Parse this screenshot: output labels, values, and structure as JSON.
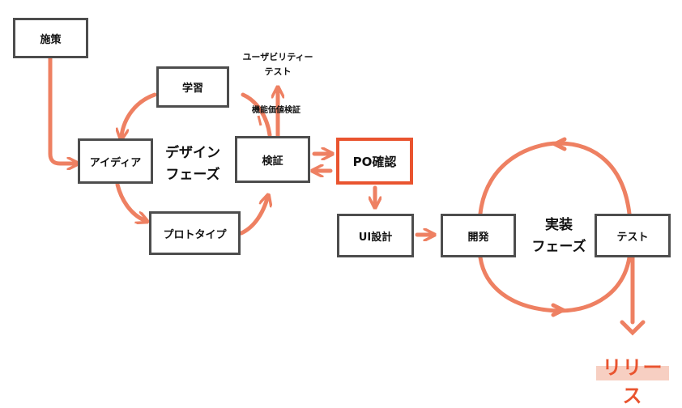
{
  "colors": {
    "accent": "#e9542f",
    "arrow": "#ee8062",
    "box_border": "#4d4d4d",
    "release_band": "#f7cfc2"
  },
  "nodes": {
    "shisaku": "施策",
    "gakushu": "学習",
    "idea": "アイディア",
    "kensho": "検証",
    "prototype": "プロトタイプ",
    "po_kakunin": "PO確認",
    "ui_sekkei": "UI設計",
    "kaihatsu": "開発",
    "test": "テスト"
  },
  "labels": {
    "design_phase": [
      "デザイン",
      "フェーズ"
    ],
    "impl_phase": [
      "実装",
      "フェーズ"
    ],
    "usability_test": [
      "ユーザビリティー",
      "テスト"
    ],
    "value_verification": "機能価値検証",
    "release": "リリース"
  }
}
